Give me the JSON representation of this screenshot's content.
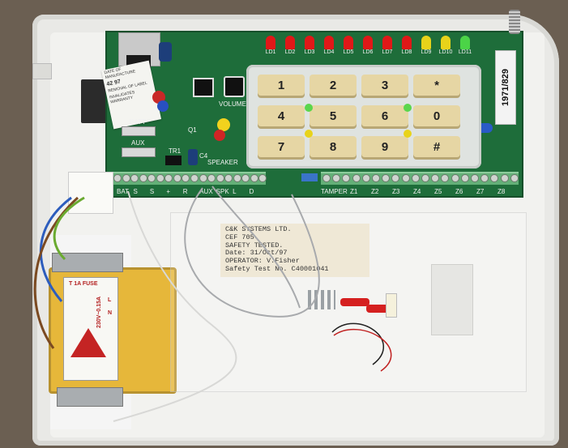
{
  "leds": [
    {
      "label": "LD1",
      "color": "#e01818"
    },
    {
      "label": "LD2",
      "color": "#e01818"
    },
    {
      "label": "LD3",
      "color": "#e01818"
    },
    {
      "label": "LD4",
      "color": "#e01818"
    },
    {
      "label": "LD5",
      "color": "#e01818"
    },
    {
      "label": "LD6",
      "color": "#e01818"
    },
    {
      "label": "LD7",
      "color": "#e01818"
    },
    {
      "label": "LD8",
      "color": "#e01818"
    },
    {
      "label": "LD9",
      "color": "#e8d31a"
    },
    {
      "label": "LD10",
      "color": "#e8d31a"
    },
    {
      "label": "LD11",
      "color": "#4bd447"
    }
  ],
  "keypad": {
    "rows": [
      [
        "1",
        "2",
        "3",
        "*"
      ],
      [
        "4",
        "5",
        "6",
        "0"
      ],
      [
        "7",
        "8",
        "9",
        "#"
      ]
    ]
  },
  "board_labels": {
    "batt": "BATT",
    "aux": "AUX",
    "volume": "VOLUME",
    "speaker": "SPEAKER",
    "tr1": "TR1",
    "c4": "C4",
    "q1": "Q1",
    "tamper": "TAMPER"
  },
  "terminal_labels": [
    "BAT",
    "S",
    "S",
    "+",
    "R",
    "AUX",
    "SPK",
    "L",
    "D"
  ],
  "zone_labels": [
    "Z1",
    "Z2",
    "Z3",
    "Z4",
    "Z5",
    "Z6",
    "Z7",
    "Z8"
  ],
  "tag_text": "1971/829",
  "sticker_lines": [
    "DATE OF MANUFACTURE",
    "42 97",
    "REMOVAL OF LABEL",
    "INVALIDATES WARRANTY"
  ],
  "card_lines": [
    "C&K SYSTEMS LTD.",
    "CEF 705",
    "SAFETY TESTED.",
    "Date: 31/Oct/97",
    "OPERATOR: V.Fisher",
    "Safety Test No. C40001041"
  ],
  "transformer_label": {
    "fuse": "T 1A FUSE",
    "rating": "230V~0.15A",
    "n": "N",
    "l": "L"
  },
  "colors": {
    "pcb": "#1e6d3a",
    "housing": "#e9e9e6",
    "transformer": "#e6b73a",
    "keys": "#e6d6a4"
  }
}
